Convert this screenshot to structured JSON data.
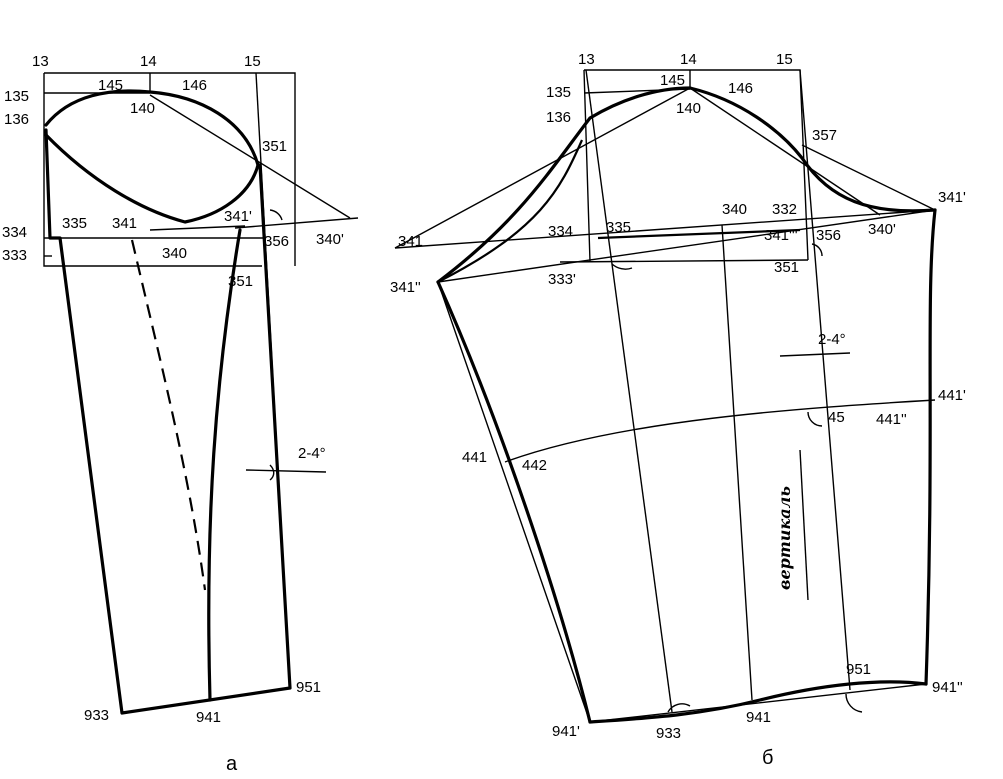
{
  "diagram": {
    "captions": {
      "left": "а",
      "right": "б"
    },
    "vertical_label": "вертикаль",
    "left_labels": [
      "13",
      "14",
      "15",
      "135",
      "145",
      "146",
      "140",
      "136",
      "351",
      "341'",
      "334",
      "335",
      "341",
      "340",
      "356",
      "340'",
      "333",
      "351",
      "2-4°",
      "933",
      "941",
      "951"
    ],
    "right_labels": [
      "13",
      "14",
      "15",
      "135",
      "145",
      "146",
      "140",
      "136",
      "357",
      "341'",
      "340",
      "332",
      "341",
      "334",
      "335",
      "341'''",
      "356",
      "340'",
      "351",
      "333'",
      "341''",
      "2-4°",
      "441'",
      "45",
      "441''",
      "441",
      "442",
      "951",
      "941''",
      "941'",
      "933",
      "941"
    ]
  }
}
